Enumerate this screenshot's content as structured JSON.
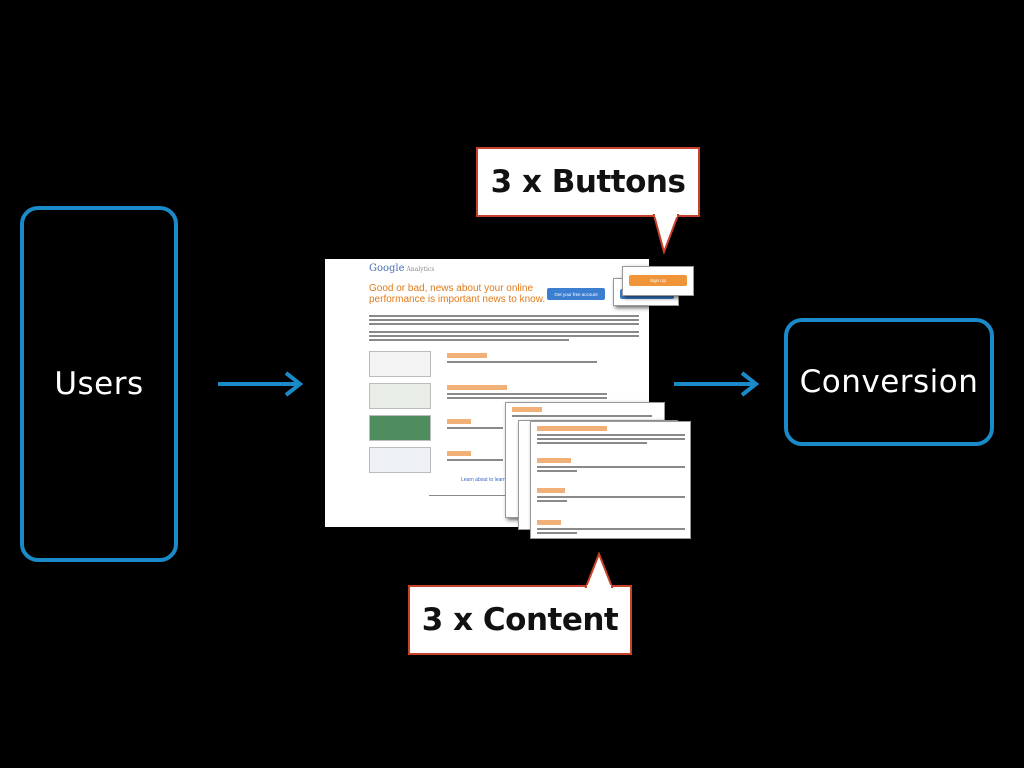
{
  "flow": {
    "source_label": "Users",
    "target_label": "Conversion"
  },
  "callouts": {
    "buttons": "3 x Buttons",
    "content": "3 x Content"
  },
  "mockup": {
    "logo_text": "Google",
    "logo_sub": "Analytics",
    "headline": "Good or bad, news about your online performance is important news to know.",
    "cta_label": "Get your free account",
    "popup_button_label": "Sign Up",
    "learn_more": "Learn about to learn more"
  },
  "colors": {
    "background": "#000000",
    "flow_blue": "#1a8ac9",
    "callout_border": "#c8412a",
    "headline_orange": "#e07a1a"
  }
}
